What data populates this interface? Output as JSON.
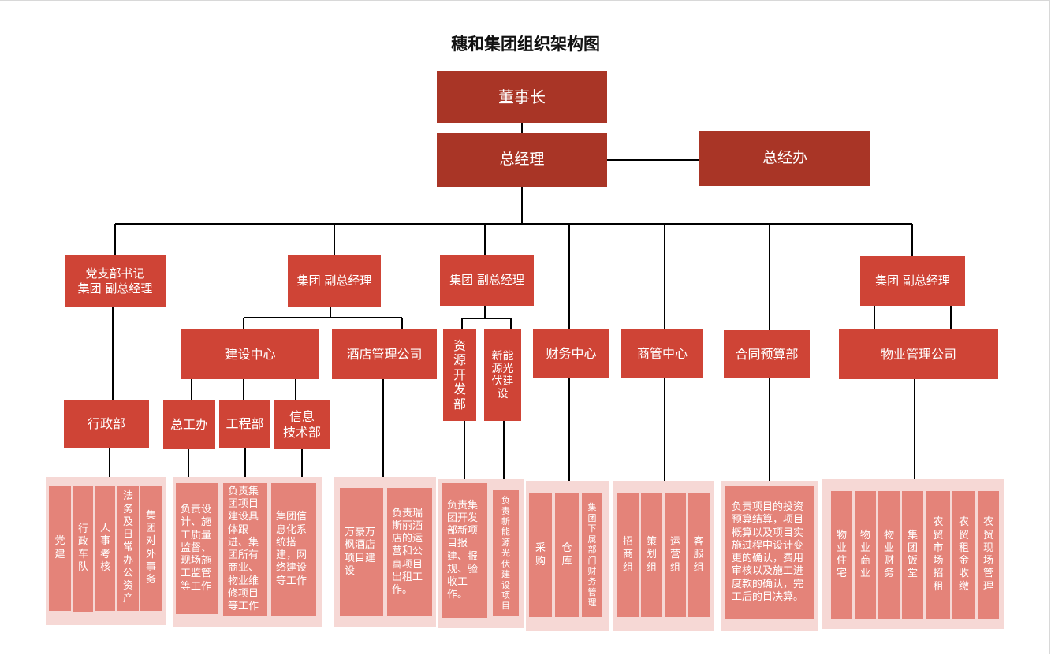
{
  "title": "穗和集团组织架构图",
  "top": {
    "chairman": "董事长",
    "gm": "总经理",
    "gm_office": "总经办"
  },
  "level2": {
    "party": "党支部书记\n集团 副总经理",
    "vp_build": "集团 副总经理",
    "vp_resource": "集团 副总经理",
    "vp_property": "集团 副总经理"
  },
  "level3": {
    "construction": "建设中心",
    "hotel": "酒店管理公司",
    "resource_dev": "资源开发部",
    "new_energy": "新能源光伏建设",
    "finance": "财务中心",
    "commerce": "商管中心",
    "contract": "合同预算部",
    "property": "物业管理公司"
  },
  "level4": {
    "admin": "行政部",
    "chief_eng": "总工办",
    "engineering": "工程部",
    "it": "信息\n技术部"
  },
  "leaves": {
    "admin": [
      "党建",
      "行政车队",
      "人事考核",
      "法务及日常办公资产",
      "集团对外事务"
    ],
    "chief_eng": "负责设计、施工质量监督、现场施工监管等工作",
    "engineering": "负责集团项目建设具体跟进、集团所有商业、物业维修项目等工作",
    "it": "集团信息化系统搭建，网络建设等工作",
    "hotel": [
      "万豪万枫酒店项目建设",
      "负责瑞斯丽酒店的运营和公寓项目出租工作。"
    ],
    "resource_dev": "负责集团开发部新项目报建、报规、验收工作。",
    "new_energy": "负责新能源光伏建设项目",
    "finance": [
      "采购",
      "仓库",
      "集团下属部门财务管理"
    ],
    "commerce": [
      "招商组",
      "策划组",
      "运营组",
      "客服组"
    ],
    "contract": "负责项目的投资预算结算，项目概算以及项目实施过程中设计变更的确认，费用审核以及施工进度款的确认，完工后的目决算。",
    "property": [
      "物业住宅",
      "物业商业",
      "物业财务",
      "集团饭堂",
      "农贸市场招租",
      "农贸租金收缴",
      "农贸现场管理"
    ]
  },
  "colors": {
    "dark": "#a93526",
    "mid": "#cf4436",
    "leaf": "#e48379",
    "panel": "#f6d8d5",
    "line": "#000000"
  }
}
